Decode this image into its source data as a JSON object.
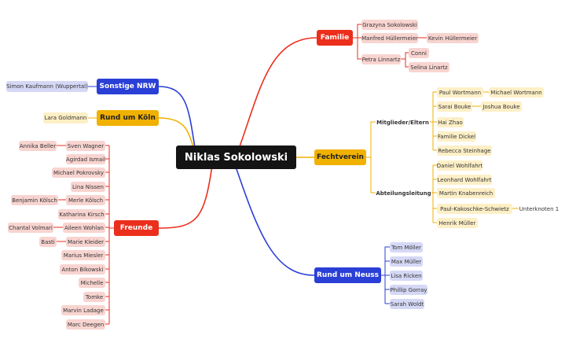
{
  "root": "Niklas Sokolowski",
  "colors": {
    "red": "#ec2e1c",
    "blue": "#2a3fd6",
    "gold": "#f0b100",
    "black": "#141414"
  },
  "branches": {
    "familie": {
      "label": "Familie",
      "children": [
        "Grazyna Sokolowski",
        "Manfred Hüllermeier",
        "Petra Linnartz"
      ],
      "grandchildren": {
        "manfred": [
          "Kevin Hüllermeier"
        ],
        "petra": [
          "Conni",
          "Selina Linartz"
        ]
      }
    },
    "sonstige_nrw": {
      "label": "Sonstige NRW",
      "children": [
        "Simon Kaufmann (Wuppertal)"
      ]
    },
    "rund_um_koeln": {
      "label": "Rund um Köln",
      "children": [
        "Lara Goldmann"
      ]
    },
    "freunde": {
      "label": "Freunde",
      "children": [
        "Sven Wagner",
        "Agirdad Ismail",
        "Michael Pokrovsky",
        "Lina Nissen",
        "Merle Kölsch",
        "Katharina Kirsch",
        "Aileen Wohlan",
        "Marie Kleider",
        "Marius Miesler",
        "Anton Bikowski",
        "Michelle",
        "Tomke",
        "Marvin Ladage",
        "Marc Deegen"
      ],
      "outer": {
        "sven": "Annika Beller",
        "merle": "Benjamin Kölsch",
        "aileen": "Chantal Volmari",
        "marie": "Basti"
      }
    },
    "fechtverein": {
      "label": "Fechtverein",
      "mitglieder": {
        "label": "Mitglieder/Eltern",
        "children": [
          "Paul Wortmann",
          "Sarai Bouke",
          "Hai Zhao",
          "Familie Dickel",
          "Rebecca Steinhage"
        ],
        "sub": {
          "paul": "Michael Wortmann",
          "sarai": "Joshua Bouke"
        }
      },
      "abteilung": {
        "label": "Abteilungsleitung",
        "children": [
          "Daniel Wohlfahrt",
          "Leonhard Wohlfahrt",
          "Martin Knabenreich",
          "Paul-Kakoschke-Schwietz",
          "Henrik Müller"
        ],
        "sub": {
          "paul": "Unterknoten 1"
        }
      }
    },
    "rund_um_neuss": {
      "label": "Rund um Neuss",
      "children": [
        "Tom Möller",
        "Max Müller",
        "Lisa Ricken",
        "Phillip Gorray",
        "Sarah Woldt"
      ]
    }
  }
}
